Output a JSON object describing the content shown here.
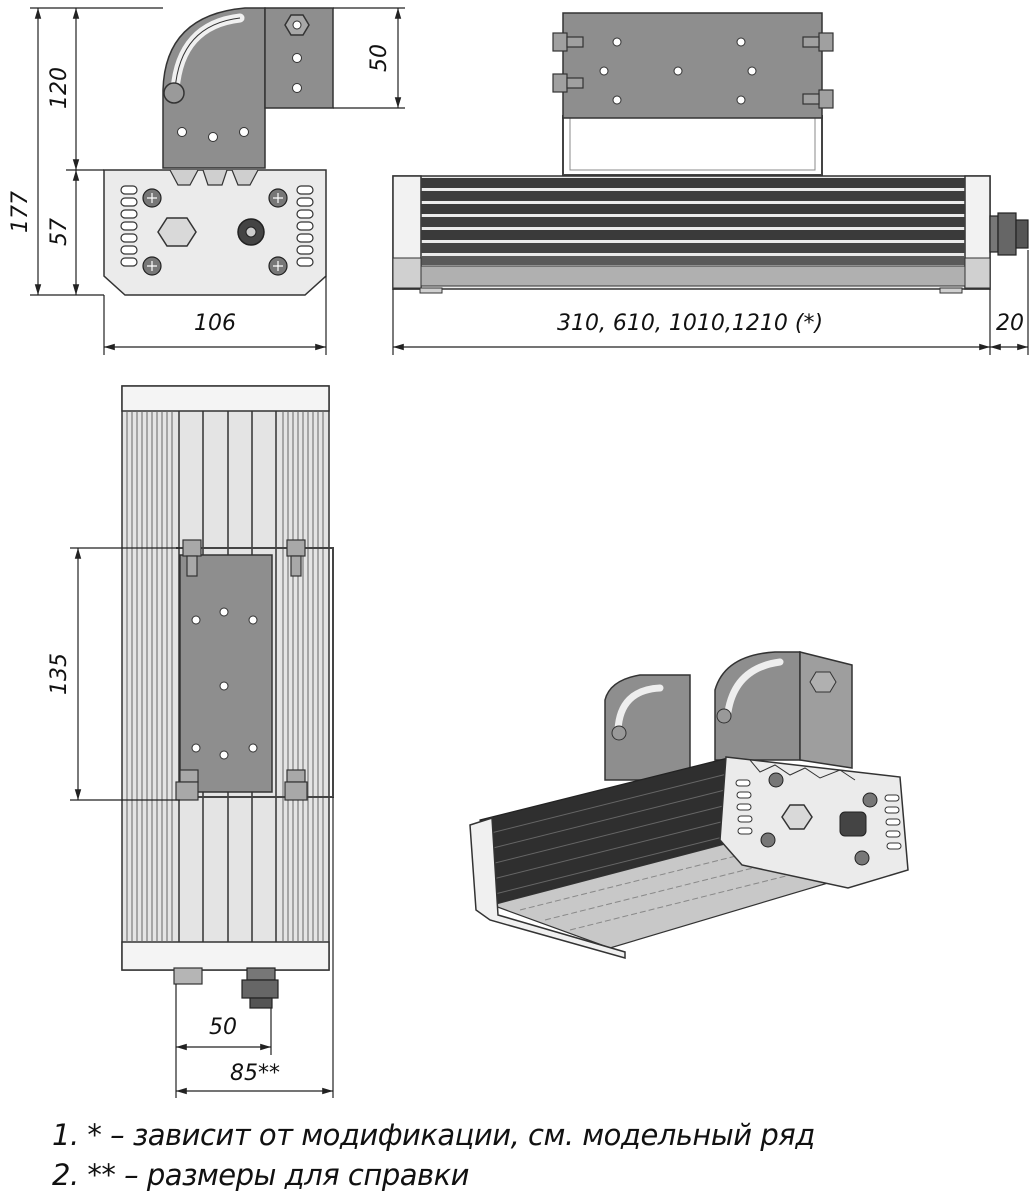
{
  "dimensions": {
    "side_total_height": "177",
    "side_bracket_height": "120",
    "side_body_height": "57",
    "side_bracket_offset": "50",
    "side_width": "106",
    "front_length": "310, 610, 1010,1210 (*)",
    "front_gland_length": "20",
    "top_bracket_span": "135",
    "top_offset_50": "50",
    "top_offset_85": "85**"
  },
  "notes": [
    "1.  * – зависит от модификации, см. модельный ряд",
    "2.  ** – размеры для справки"
  ],
  "colors": {
    "bracket": "#8e8e8e",
    "body_light": "#e8e8e8",
    "fin_dark": "#3a3a3a",
    "fin_mid": "#8a8a8a",
    "line": "#222222"
  }
}
